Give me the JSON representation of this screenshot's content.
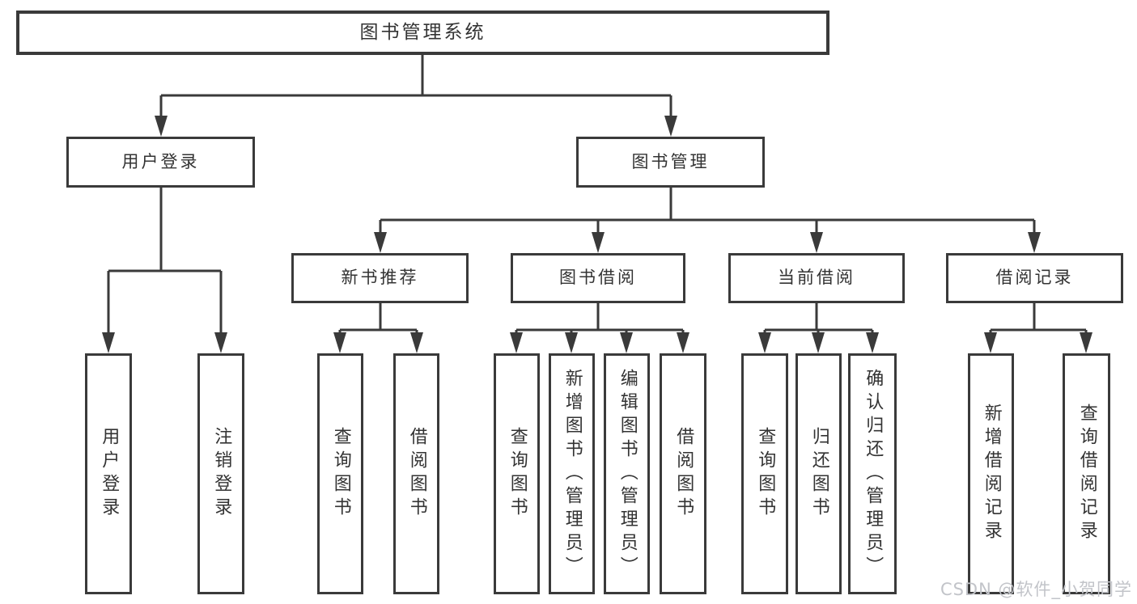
{
  "diagram": {
    "root": {
      "label": "图书管理系统",
      "children": [
        {
          "label": "用户登录",
          "children": [
            {
              "label": "用户登录"
            },
            {
              "label": "注销登录"
            }
          ]
        },
        {
          "label": "图书管理",
          "children": [
            {
              "label": "新书推荐",
              "children": [
                {
                  "label": "查询图书"
                },
                {
                  "label": "借阅图书"
                }
              ]
            },
            {
              "label": "图书借阅",
              "children": [
                {
                  "label": "查询图书"
                },
                {
                  "label": "新增图书（管理员）"
                },
                {
                  "label": "编辑图书（管理员）"
                },
                {
                  "label": "借阅图书"
                }
              ]
            },
            {
              "label": "当前借阅",
              "children": [
                {
                  "label": "查询图书"
                },
                {
                  "label": "归还图书"
                },
                {
                  "label": "确认归还（管理员）"
                }
              ]
            },
            {
              "label": "借阅记录",
              "children": [
                {
                  "label": "新增借阅记录"
                },
                {
                  "label": "查询借阅记录"
                }
              ]
            }
          ]
        }
      ]
    },
    "watermark": "CSDN @软件_小贺同学",
    "colors": {
      "line": "#3a3a3a",
      "text": "#333333",
      "background": "#ffffff",
      "watermark": "#c2c4c9"
    }
  }
}
